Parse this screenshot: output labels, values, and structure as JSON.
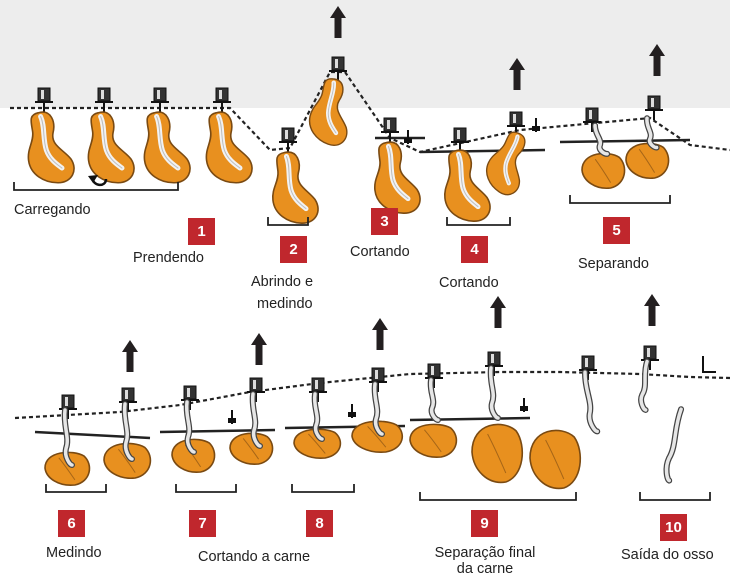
{
  "colors": {
    "panel_background": "#ededed",
    "badge_red": "#c0272d",
    "meat_orange": "#e8901f",
    "meat_outline": "#7a4a12",
    "bone": "#f2f2f2",
    "line_dark": "#222222"
  },
  "icons": [
    "up-arrow-icon",
    "rotation-arrow-icon",
    "hook-icon",
    "knife-icon"
  ],
  "steps": [
    {
      "number": "1",
      "label": "Prendendo"
    },
    {
      "number": "2",
      "label": "Abrindo e medindo"
    },
    {
      "number": "3",
      "label": "Cortando"
    },
    {
      "number": "4",
      "label": "Cortando"
    },
    {
      "number": "5",
      "label": "Separando"
    },
    {
      "number": "6",
      "label": "Medindo"
    },
    {
      "number": "7",
      "label": "Cortando a carne"
    },
    {
      "number": "8",
      "label": ""
    },
    {
      "number": "9",
      "label": "Separação final da carne"
    },
    {
      "number": "10",
      "label": "Saída do osso"
    }
  ],
  "labels": {
    "carregando": "Carregando",
    "prendendo": "Prendendo",
    "abrindo_line1": "Abrindo e",
    "abrindo_line2": "medindo",
    "cortando_3": "Cortando",
    "cortando_4": "Cortando",
    "separando": "Separando",
    "medindo": "Medindo",
    "cortando_carne": "Cortando a carne",
    "separacao_line1": "Separação final",
    "separacao_line2": "da carne",
    "saida": "Saída do osso"
  }
}
